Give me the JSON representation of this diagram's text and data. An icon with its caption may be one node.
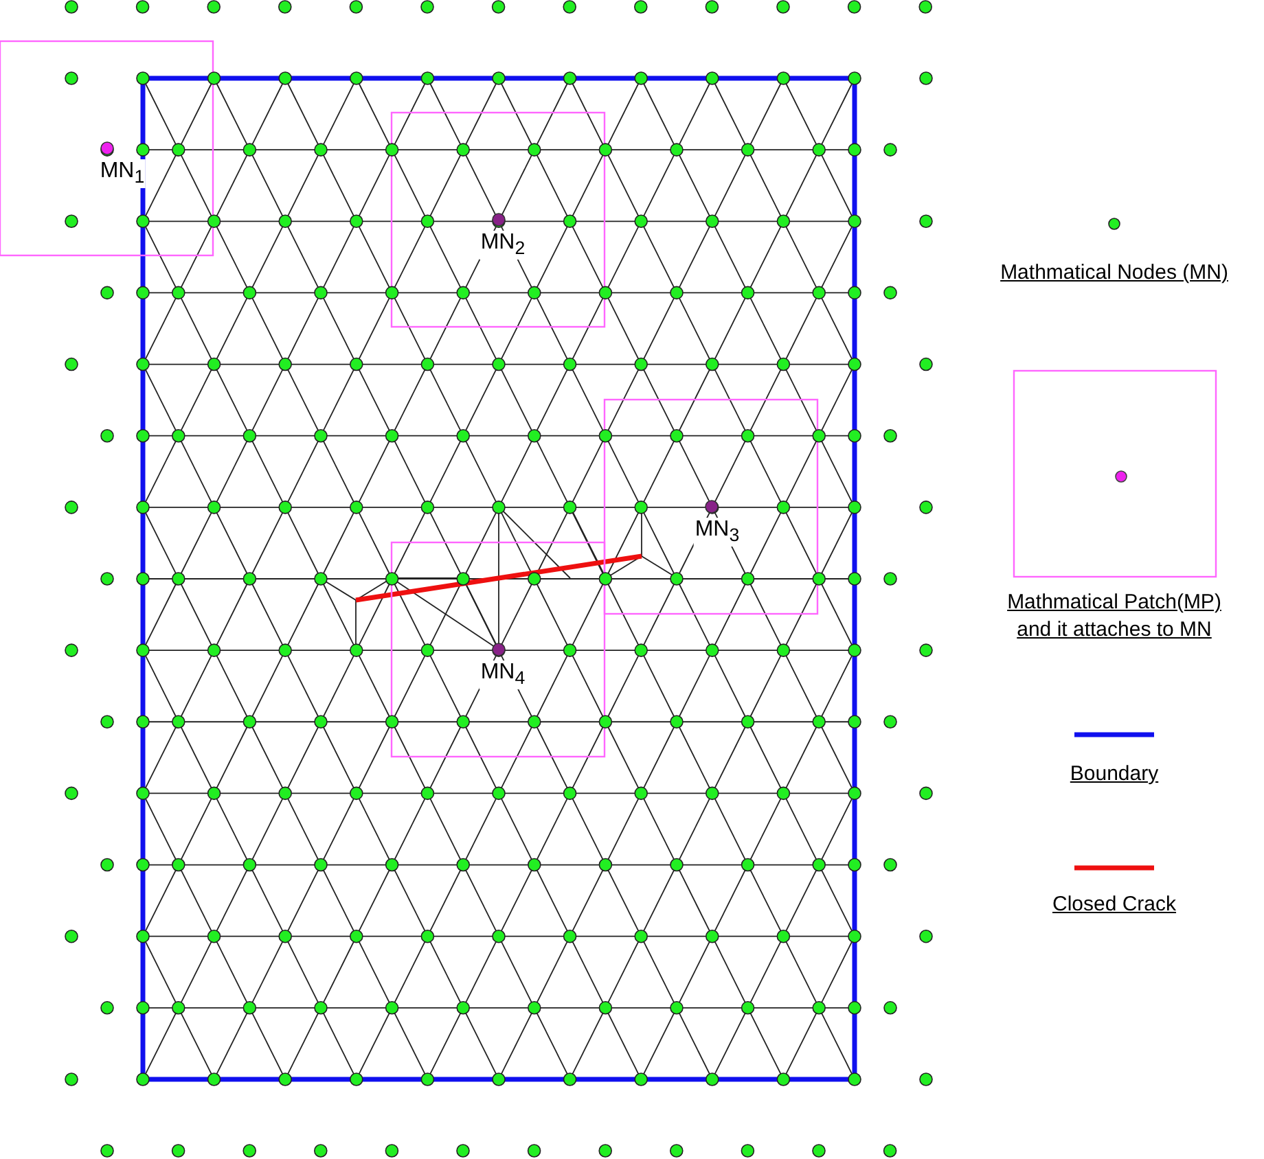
{
  "diagram": {
    "labels": [
      "MN$_{1}$",
      "MN$_{2}$",
      "MN$_{3}$",
      "MN$_{4}$"
    ],
    "legend": [
      {
        "text": "Mathmatical Nodes (MN)"
      },
      {
        "text": "Mathmatical Patch(MP) and it attaches to MN"
      },
      {
        "text": "Boundary"
      },
      {
        "text": "Closed Crack"
      }
    ]
  }
}
